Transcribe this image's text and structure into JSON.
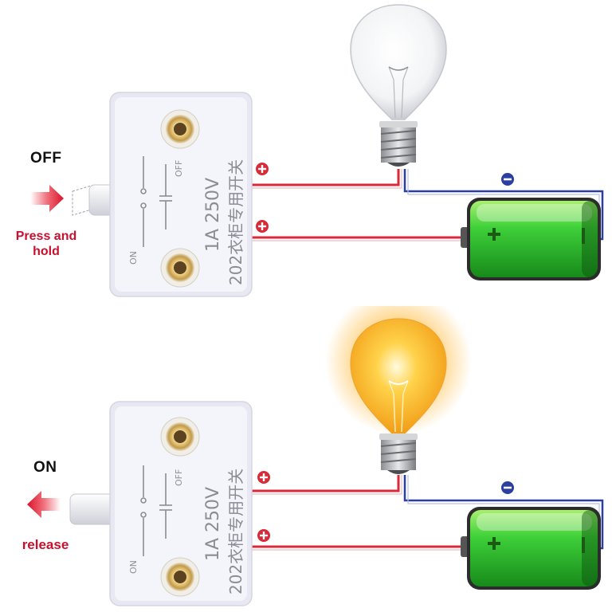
{
  "panels": [
    {
      "state_label": "OFF",
      "action_label": "Press and hold",
      "switch": {
        "rating": "1A 250V",
        "model": "202衣柜专用开关",
        "on_mark": "ON",
        "off_mark": "OFF"
      },
      "lamp_lit": false
    },
    {
      "state_label": "ON",
      "action_label": "release",
      "switch": {
        "rating": "1A 250V",
        "model": "202衣柜专用开关",
        "on_mark": "ON",
        "off_mark": "OFF"
      },
      "lamp_lit": true
    }
  ],
  "colors": {
    "positive_wire": "#d92a3a",
    "negative_wire": "#2b3fa0",
    "arrow": "#d9142b",
    "battery": "#3fd03a",
    "glow": "#ffb020"
  },
  "icons": [
    "arrow-right-icon",
    "arrow-left-icon",
    "plus-icon",
    "minus-icon",
    "light-bulb-icon",
    "battery-icon"
  ]
}
